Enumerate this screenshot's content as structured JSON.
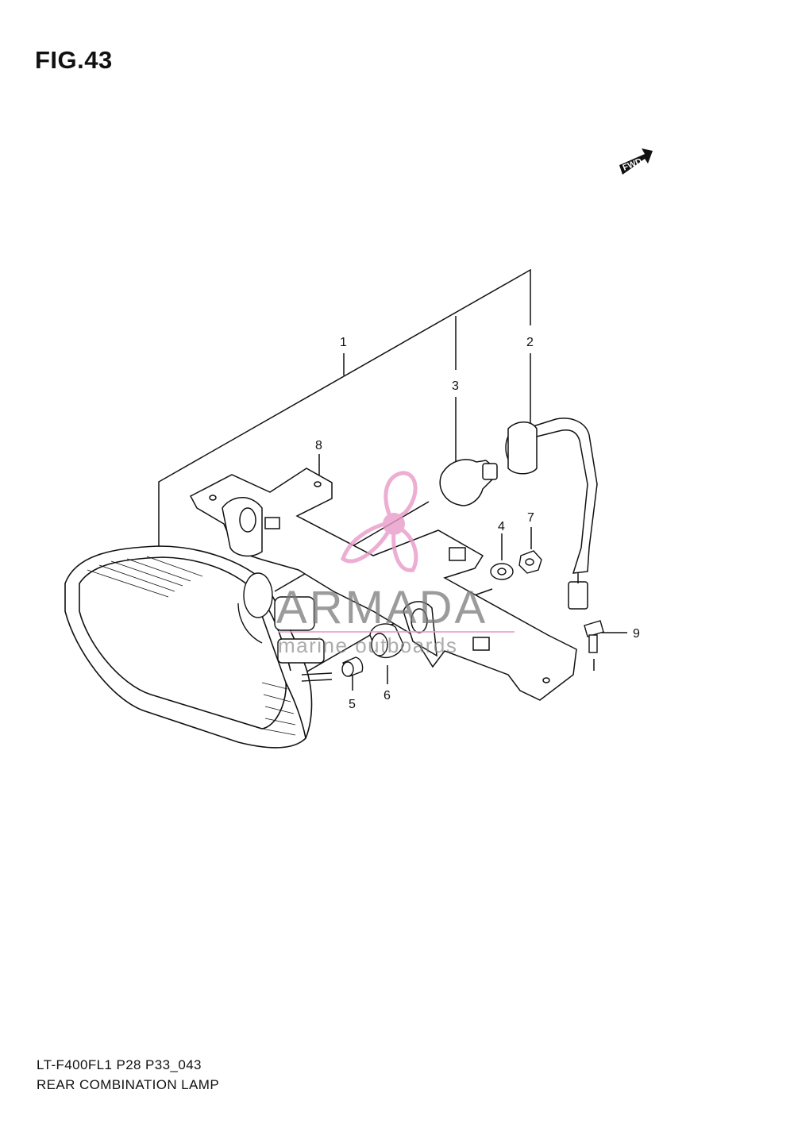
{
  "figure": {
    "title": "FIG.43",
    "model_code": "LT-F400FL1 P28 P33_043",
    "name": "REAR COMBINATION LAMP"
  },
  "direction_badge": {
    "label": "FWD",
    "icon": "fwd-arrow-icon"
  },
  "callouts": [
    {
      "id": "1",
      "label": "1"
    },
    {
      "id": "2",
      "label": "2"
    },
    {
      "id": "3",
      "label": "3"
    },
    {
      "id": "4",
      "label": "4"
    },
    {
      "id": "5",
      "label": "5"
    },
    {
      "id": "6",
      "label": "6"
    },
    {
      "id": "7",
      "label": "7"
    },
    {
      "id": "8",
      "label": "8"
    },
    {
      "id": "9",
      "label": "9"
    }
  ],
  "watermark": {
    "brand": "ARMADA",
    "tagline": "marine outboards",
    "logo_icon": "propeller-logo-icon",
    "logo_color": "#e89ac7"
  },
  "colors": {
    "line": "#111111",
    "background": "#ffffff"
  }
}
